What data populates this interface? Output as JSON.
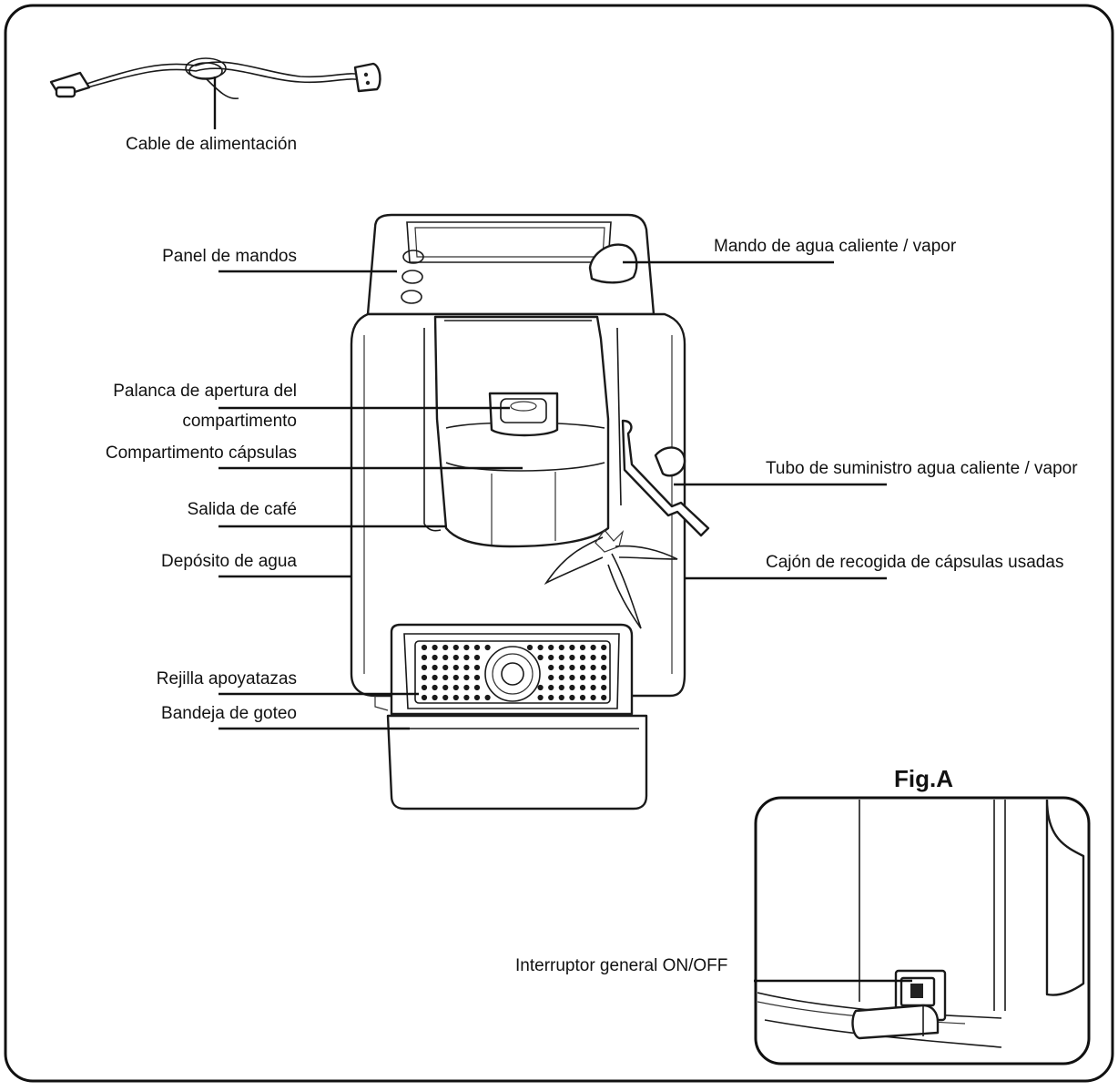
{
  "labels": {
    "power_cable": "Cable de alimentación",
    "control_panel": "Panel de mandos",
    "hot_water_steam_knob": "Mando de agua caliente / vapor",
    "lever_line1": "Palanca de apertura del",
    "lever_line2": "compartimento",
    "capsule_compartment": "Compartimento cápsulas",
    "hot_water_steam_tube": "Tubo de suministro agua caliente / vapor",
    "coffee_outlet": "Salida de café",
    "water_tank": "Depósito de agua",
    "used_capsule_drawer": "Cajón de recogida de cápsulas usadas",
    "cup_grid": "Rejilla apoyatazas",
    "drip_tray": "Bandeja de goteo",
    "figure_a": "Fig.A",
    "main_switch": "Interruptor general ON/OFF"
  }
}
